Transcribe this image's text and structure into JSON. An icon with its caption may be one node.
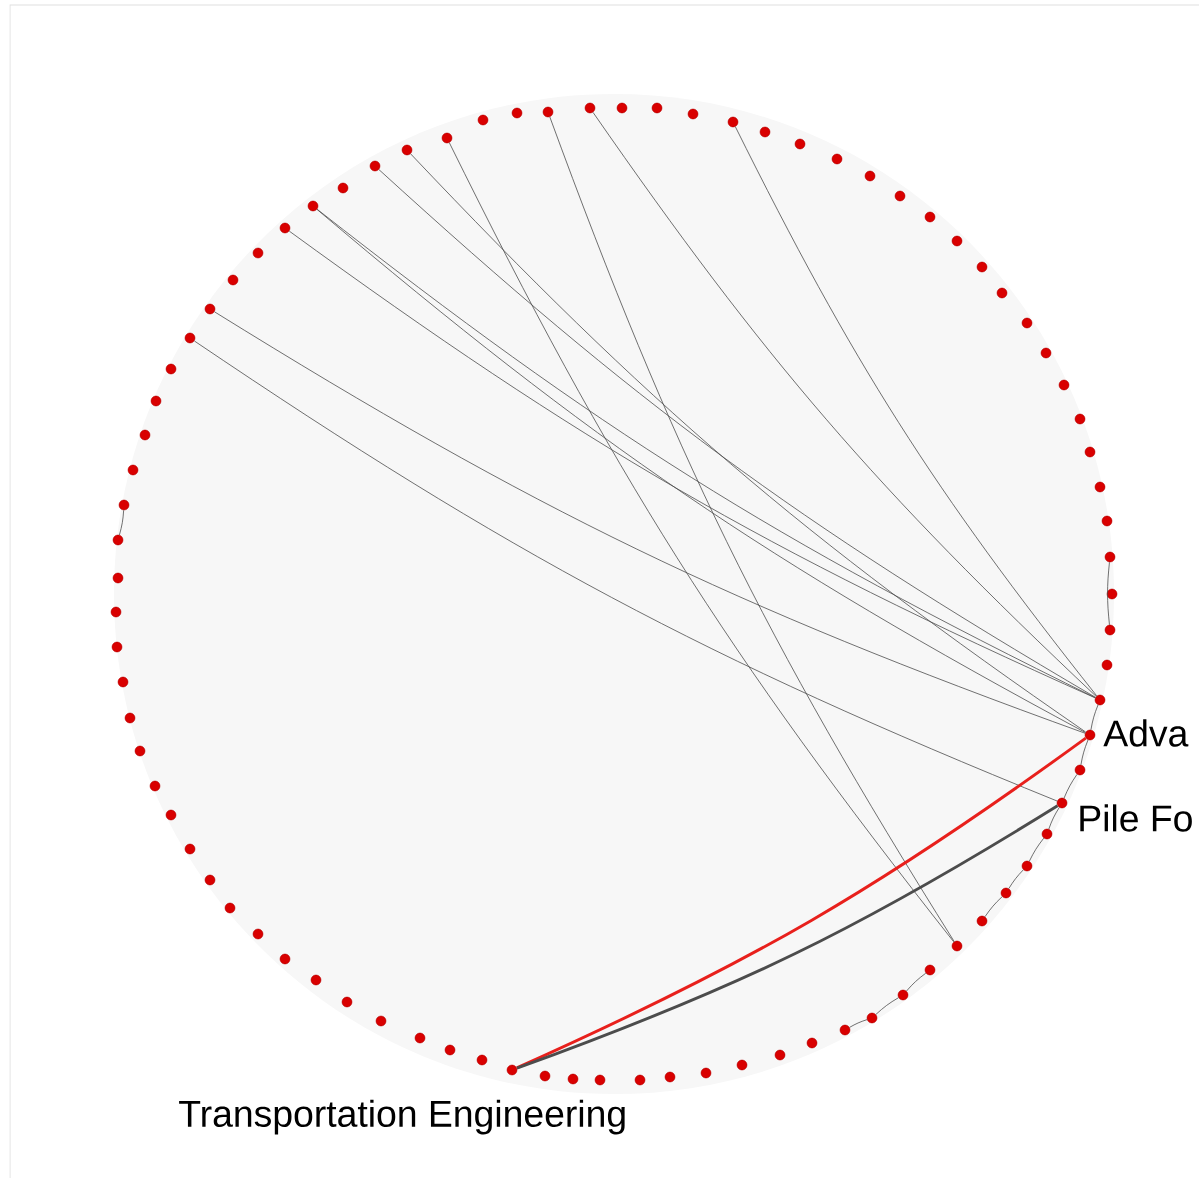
{
  "diagram": {
    "nodes": [
      {
        "text": [],
        "shape": "circle"
      },
      {
        "text": [],
        "shape": "circle"
      },
      {
        "text": [],
        "shape": "circle"
      },
      {
        "text": [],
        "shape": "circle"
      },
      {
        "text": [],
        "shape": "circle"
      },
      {
        "text": [],
        "shape": "circle"
      },
      {
        "text": [],
        "shape": "circle"
      },
      {
        "text": [],
        "shape": "circle"
      },
      {
        "text": [],
        "shape": "circle"
      },
      {
        "text": [],
        "shape": "circle"
      },
      {
        "text": [],
        "shape": "circle"
      },
      {
        "text": [],
        "shape": "circle"
      },
      {
        "text": [],
        "shape": "circle"
      },
      {
        "text": [],
        "shape": "circle"
      },
      {
        "text": [],
        "shape": "circle"
      },
      {
        "text": [],
        "shape": "circle"
      },
      {
        "text": [],
        "shape": "circle"
      },
      {
        "text": [],
        "shape": "circle"
      },
      {
        "text": [],
        "shape": "circle"
      },
      {
        "text": [],
        "shape": "circle"
      },
      {
        "text": [],
        "shape": "circle"
      },
      {
        "text": [],
        "shape": "circle"
      },
      {
        "text": [],
        "shape": "circle"
      },
      {
        "text": [],
        "shape": "circle"
      },
      {
        "text": [],
        "shape": "circle"
      },
      {
        "text": [],
        "shape": "circle"
      },
      {
        "text": [],
        "shape": "circle"
      },
      {
        "text": [],
        "shape": "circle"
      },
      {
        "text": [],
        "shape": "circle"
      },
      {
        "text": [],
        "shape": "circle"
      },
      {
        "text": [],
        "shape": "circle",
        "beside": [
          "Adva"
        ]
      },
      {
        "text": [],
        "shape": "circle"
      },
      {
        "text": [],
        "shape": "circle",
        "beside": [
          "Pile Fo"
        ]
      },
      {
        "text": [],
        "shape": "circle"
      },
      {
        "text": [],
        "shape": "circle"
      },
      {
        "text": [],
        "shape": "circle"
      },
      {
        "text": [],
        "shape": "circle"
      },
      {
        "text": [],
        "shape": "circle"
      },
      {
        "text": [],
        "shape": "circle"
      },
      {
        "text": [],
        "shape": "circle"
      },
      {
        "text": [],
        "shape": "circle"
      },
      {
        "text": [],
        "shape": "circle"
      },
      {
        "text": [],
        "shape": "circle"
      },
      {
        "text": [],
        "shape": "circle"
      },
      {
        "text": [],
        "shape": "circle"
      },
      {
        "text": [],
        "shape": "circle"
      },
      {
        "text": [],
        "shape": "circle"
      },
      {
        "text": [],
        "shape": "circle"
      },
      {
        "text": [],
        "shape": "circle"
      },
      {
        "text": [],
        "shape": "circle"
      },
      {
        "text": [],
        "shape": "circle"
      },
      {
        "text": [],
        "shape": "circle",
        "beside": [
          "Transportation Engineering"
        ]
      },
      {
        "text": [],
        "shape": "circle"
      },
      {
        "text": [],
        "shape": "circle"
      },
      {
        "text": [],
        "shape": "circle"
      },
      {
        "text": [],
        "shape": "circle"
      },
      {
        "text": [],
        "shape": "circle"
      },
      {
        "text": [],
        "shape": "circle"
      },
      {
        "text": [],
        "shape": "circle"
      },
      {
        "text": [],
        "shape": "circle"
      },
      {
        "text": [],
        "shape": "circle"
      },
      {
        "text": [],
        "shape": "circle"
      },
      {
        "text": [],
        "shape": "circle"
      },
      {
        "text": [],
        "shape": "circle"
      },
      {
        "text": [],
        "shape": "circle"
      },
      {
        "text": [],
        "shape": "circle"
      },
      {
        "text": [],
        "shape": "circle"
      },
      {
        "text": [],
        "shape": "circle"
      },
      {
        "text": [],
        "shape": "circle"
      },
      {
        "text": [],
        "shape": "circle"
      },
      {
        "text": [],
        "shape": "circle"
      },
      {
        "text": [],
        "shape": "circle"
      },
      {
        "text": [],
        "shape": "circle"
      },
      {
        "text": [],
        "shape": "circle"
      },
      {
        "text": [],
        "shape": "circle"
      },
      {
        "text": [],
        "shape": "circle"
      },
      {
        "text": [],
        "shape": "circle"
      },
      {
        "text": [],
        "shape": "circle"
      },
      {
        "text": [],
        "shape": "circle"
      },
      {
        "text": [],
        "shape": "circle"
      },
      {
        "text": [],
        "shape": "circle"
      },
      {
        "text": [],
        "shape": "circle"
      },
      {
        "text": [],
        "shape": "circle"
      },
      {
        "text": [],
        "shape": "circle"
      },
      {
        "text": [],
        "shape": "circle"
      },
      {
        "text": [],
        "shape": "circle"
      }
    ],
    "edges": [
      {
        "from": 0,
        "to": 37,
        "arrow": "none"
      },
      {
        "from": 3,
        "to": 37,
        "arrow": "none"
      },
      {
        "from": 4,
        "to": 29,
        "arrow": "none"
      },
      {
        "from": 84,
        "to": 29,
        "arrow": "none"
      },
      {
        "from": 85,
        "to": 30,
        "arrow": "none"
      },
      {
        "from": 8,
        "to": 29,
        "arrow": "none"
      },
      {
        "from": 82,
        "to": 29,
        "arrow": "none"
      },
      {
        "from": 82,
        "to": 30,
        "arrow": "none"
      },
      {
        "from": 81,
        "to": 29,
        "arrow": "none"
      },
      {
        "from": 78,
        "to": 30,
        "arrow": "none"
      },
      {
        "from": 77,
        "to": 32,
        "arrow": "none"
      },
      {
        "from": 25,
        "to": 27,
        "arrow": "none"
      },
      {
        "from": 71,
        "to": 72,
        "arrow": "none"
      },
      {
        "from": 29,
        "to": 30,
        "arrow": "none"
      },
      {
        "from": 30,
        "to": 31,
        "arrow": "none"
      },
      {
        "from": 31,
        "to": 32,
        "arrow": "none"
      },
      {
        "from": 32,
        "to": 33,
        "arrow": "none"
      },
      {
        "from": 33,
        "to": 34,
        "arrow": "none"
      },
      {
        "from": 34,
        "to": 35,
        "arrow": "none"
      },
      {
        "from": 35,
        "to": 36,
        "arrow": "none"
      },
      {
        "from": 38,
        "to": 39,
        "arrow": "none"
      },
      {
        "from": 39,
        "to": 40,
        "arrow": "none"
      },
      {
        "from": 40,
        "to": 41,
        "arrow": "none"
      },
      {
        "from": 51,
        "to": 30,
        "arrow": "none",
        "style": "thick",
        "color": "#e8201c"
      },
      {
        "from": 51,
        "to": 32,
        "arrow": "none",
        "style": "thick"
      }
    ]
  }
}
